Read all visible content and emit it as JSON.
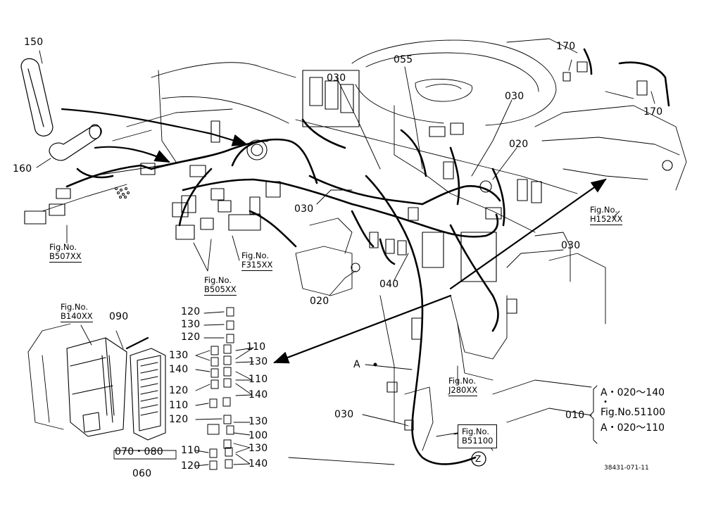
{
  "parts": [
    {
      "key": "p150",
      "text": "150"
    },
    {
      "key": "p160",
      "text": "160"
    },
    {
      "key": "p030a",
      "text": "030"
    },
    {
      "key": "p055",
      "text": "055"
    },
    {
      "key": "p030b",
      "text": "030"
    },
    {
      "key": "p170a",
      "text": "170"
    },
    {
      "key": "p170b",
      "text": "170"
    },
    {
      "key": "p020a",
      "text": "020"
    },
    {
      "key": "p030c",
      "text": "030"
    },
    {
      "key": "p030d",
      "text": "030"
    },
    {
      "key": "p020b",
      "text": "020"
    },
    {
      "key": "p040",
      "text": "040"
    },
    {
      "key": "p090",
      "text": "090"
    },
    {
      "key": "pA",
      "text": "A"
    },
    {
      "key": "p030e",
      "text": "030"
    },
    {
      "key": "p010",
      "text": "010"
    },
    {
      "key": "p120a",
      "text": "120"
    },
    {
      "key": "p130a",
      "text": "130"
    },
    {
      "key": "p120b",
      "text": "120"
    },
    {
      "key": "p130b",
      "text": "130"
    },
    {
      "key": "p110a",
      "text": "110"
    },
    {
      "key": "p140a",
      "text": "140"
    },
    {
      "key": "p130c",
      "text": "130"
    },
    {
      "key": "p110b",
      "text": "110"
    },
    {
      "key": "p140b",
      "text": "140"
    },
    {
      "key": "p120c",
      "text": "120"
    },
    {
      "key": "p110c",
      "text": "110"
    },
    {
      "key": "p120d",
      "text": "120"
    },
    {
      "key": "p130d",
      "text": "130"
    },
    {
      "key": "p100",
      "text": "100"
    },
    {
      "key": "p130e",
      "text": "130"
    },
    {
      "key": "p110d",
      "text": "110"
    },
    {
      "key": "p140c",
      "text": "140"
    },
    {
      "key": "p120e",
      "text": "120"
    },
    {
      "key": "p070080",
      "text": "070・080"
    },
    {
      "key": "p060",
      "text": "060"
    },
    {
      "key": "pZ",
      "text": "Z"
    }
  ],
  "figrefs": {
    "b507": {
      "label": "Fig.No.",
      "num": "B507XX"
    },
    "b505": {
      "label": "Fig.No.",
      "num": "B505XX"
    },
    "f315": {
      "label": "Fig.No.",
      "num": "F315XX"
    },
    "h152": {
      "label": "Fig.No.",
      "num": "H152XX"
    },
    "b140": {
      "label": "Fig.No.",
      "num": "B140XX"
    },
    "j280": {
      "label": "Fig.No.",
      "num": "J280XX"
    },
    "b511": {
      "label": "Fig.No.",
      "num": "B51100"
    }
  },
  "legend": {
    "line1": "A・020～140",
    "line2": "・",
    "line3": "Fig.No.51100",
    "line4": "A・020～110"
  },
  "drawing_code": "38431-071-11"
}
